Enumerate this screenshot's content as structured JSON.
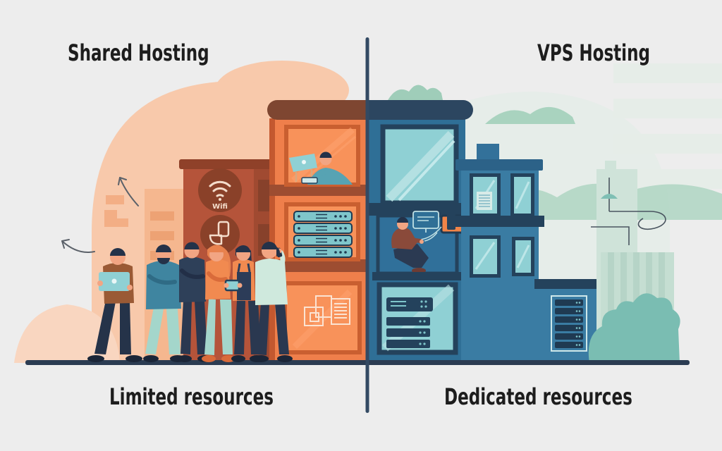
{
  "titles": {
    "left": "Shared Hosting",
    "right": "VPS Hosting"
  },
  "captions": {
    "left": "Limited resources",
    "right": "Dedicated resources"
  },
  "labels": {
    "wifi": "Wifi"
  },
  "theme": {
    "background": "#ededed",
    "text_color": "#1d1d1d",
    "left_accent_orange": "#ef7f4b",
    "left_dark_rust": "#b5543a",
    "left_roof_brown": "#7e4631",
    "peach_cloud": "#f8c9ab",
    "right_steel_blue": "#3579a1",
    "right_navy": "#24425c",
    "glass_teal": "#8fd0d4",
    "pale_teal": "#cfe3da",
    "server_teal": "#7fc6cb",
    "ground_navy": "#2b3c52",
    "people_skin": "#f2a583"
  },
  "icons": {
    "wifi_icon": "wifi signal arcs",
    "app_shape_icon": "abstract app outline",
    "server_rack_icon": "stacked server units",
    "document_icon": "lined document outline",
    "monitor_icon": "monitor outline",
    "tablet_icon": "orange tablet screen",
    "laptop_icon": "teal laptop",
    "lamp_icon": "street lamp line art",
    "arrow_up_icon": "curved sketch arrow"
  }
}
